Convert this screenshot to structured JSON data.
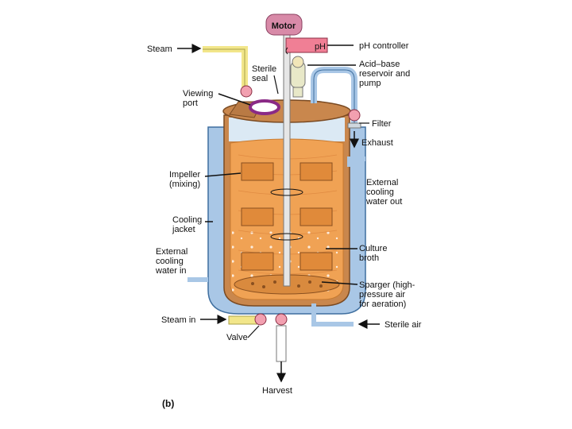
{
  "figure_label": "(b)",
  "labels": {
    "motor": "Motor",
    "ph": "pH",
    "ph_controller": "pH controller",
    "steam": "Steam",
    "sterile_seal": [
      "Sterile",
      "seal"
    ],
    "acid_base": [
      "Acid–base",
      "reservoir and",
      "pump"
    ],
    "viewing_port": [
      "Viewing",
      "port"
    ],
    "filter": "Filter",
    "exhaust": "Exhaust",
    "impeller": [
      "Impeller",
      "(mixing)"
    ],
    "external_cooling_out": [
      "External",
      "cooling",
      "water out"
    ],
    "cooling_jacket": [
      "Cooling",
      "jacket"
    ],
    "culture_broth": [
      "Culture",
      "broth"
    ],
    "external_cooling_in": [
      "External",
      "cooling",
      "water in"
    ],
    "sparger": [
      "Sparger (high-",
      "pressure air",
      "for aeration)"
    ],
    "steam_in": "Steam in",
    "sterile_air": "Sterile air",
    "valve": "Valve",
    "harvest": "Harvest"
  },
  "colors": {
    "jacket": "#a9c7e6",
    "jacket_stroke": "#3f6f9f",
    "vessel": "#c9874d",
    "vessel_stroke": "#7a4a22",
    "broth": "#f0a254",
    "headspace": "#dbe9f4",
    "steam_pipe": "#f2e68a",
    "harvest_pipe": "#ffffff",
    "motor": "#d88aa8",
    "ph_box": "#f07f95",
    "viewing_port": "#8a2a86",
    "valve": "#f2a0b0"
  }
}
